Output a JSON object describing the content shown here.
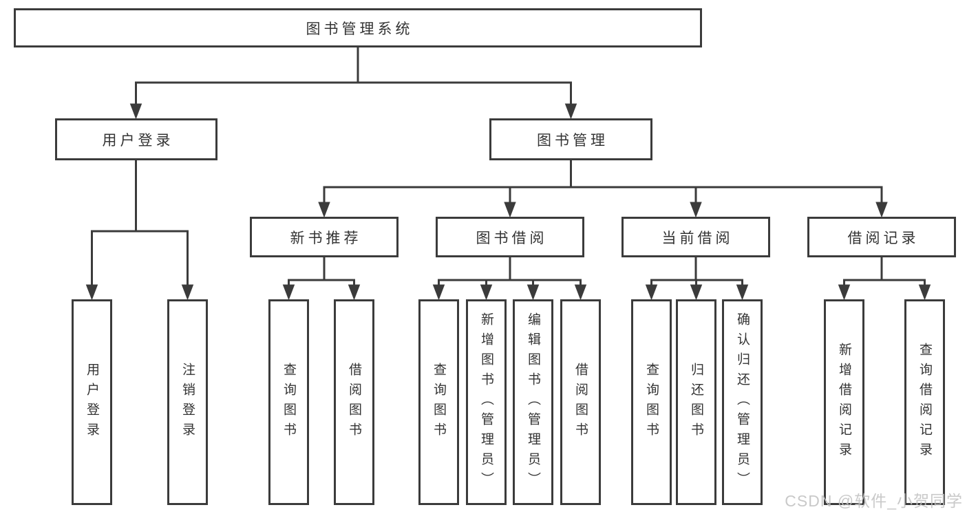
{
  "diagram": {
    "kind": "hierarchy-chart",
    "colors": {
      "line": "#3b3b3b",
      "box_border": "#3b3b3b",
      "text": "#333333",
      "background": "#ffffff",
      "watermark": "#c1c1c1"
    },
    "tree": {
      "label": "图书管理系统",
      "children": [
        {
          "label": "用户登录",
          "children": [
            {
              "label": "用户登录"
            },
            {
              "label": "注销登录"
            }
          ]
        },
        {
          "label": "图书管理",
          "children": [
            {
              "label": "新书推荐",
              "children": [
                {
                  "label": "查询图书"
                },
                {
                  "label": "借阅图书"
                }
              ]
            },
            {
              "label": "图书借阅",
              "children": [
                {
                  "label": "查询图书"
                },
                {
                  "label": "新增图书（管理员）"
                },
                {
                  "label": "编辑图书（管理员）"
                },
                {
                  "label": "借阅图书"
                }
              ]
            },
            {
              "label": "当前借阅",
              "children": [
                {
                  "label": "查询图书"
                },
                {
                  "label": "归还图书"
                },
                {
                  "label": "确认归还（管理员）"
                }
              ]
            },
            {
              "label": "借阅记录",
              "children": [
                {
                  "label": "新增借阅记录"
                },
                {
                  "label": "查询借阅记录"
                }
              ]
            }
          ]
        }
      ]
    },
    "watermark_text": "CSDN @软件_小贺同学"
  }
}
